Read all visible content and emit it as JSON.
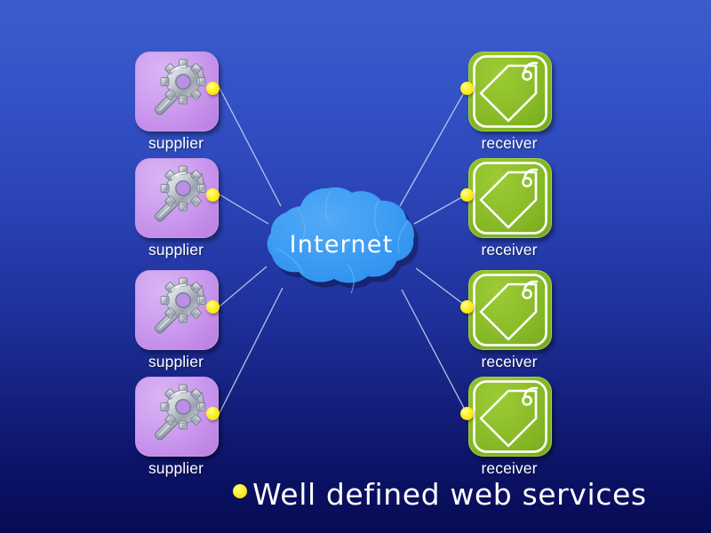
{
  "slide": {
    "background_top_color": "#3d5ccc",
    "background_bottom_color": "#070b55",
    "accent_dot_color": "#ffee22",
    "cloud_color": "#3a9af0",
    "supplier_tile_color": "#c48ce9",
    "receiver_tile_color": "#8dbe2a",
    "line_color": "#b9c8ee"
  },
  "cloud": {
    "label": "Internet"
  },
  "suppliers": [
    {
      "label": "supplier",
      "icon": "gear-wrench-icon"
    },
    {
      "label": "supplier",
      "icon": "gear-wrench-icon"
    },
    {
      "label": "supplier",
      "icon": "gear-wrench-icon"
    },
    {
      "label": "supplier",
      "icon": "gear-wrench-icon"
    }
  ],
  "receivers": [
    {
      "label": "receiver",
      "icon": "price-tag-icon"
    },
    {
      "label": "receiver",
      "icon": "price-tag-icon"
    },
    {
      "label": "receiver",
      "icon": "price-tag-icon"
    },
    {
      "label": "receiver",
      "icon": "price-tag-icon"
    }
  ],
  "bullet": {
    "text": "Well defined web services",
    "marker": "bullet-dot"
  }
}
